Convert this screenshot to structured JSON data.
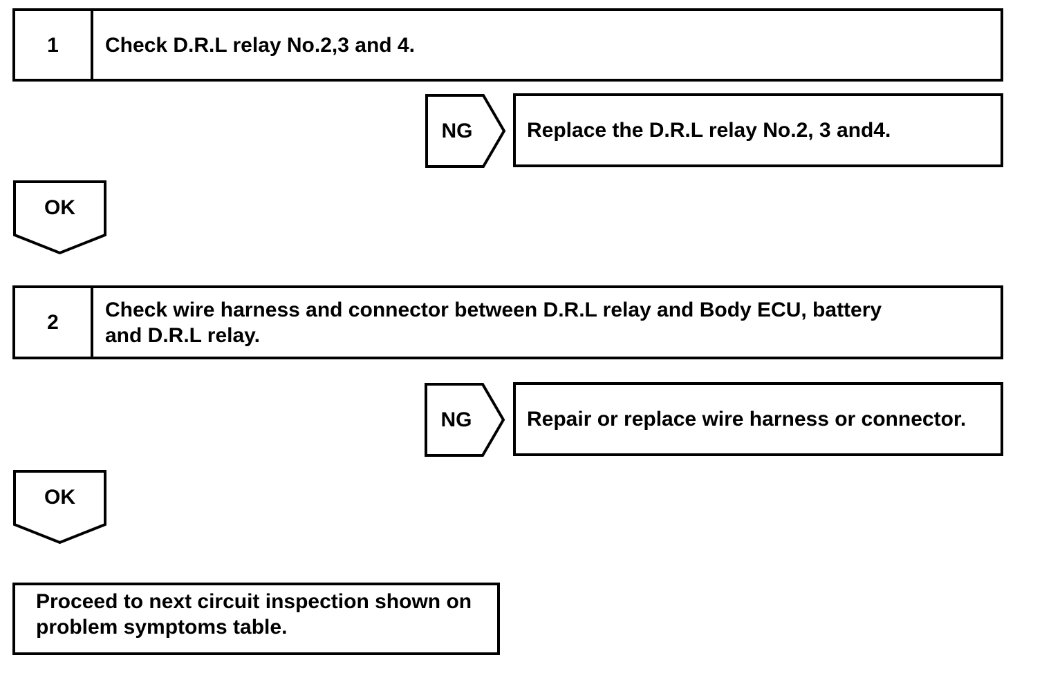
{
  "page": {
    "background": "#ffffff",
    "line_color": "#000000"
  },
  "flowchart": {
    "steps": [
      {
        "number": "1",
        "instruction": "Check D.R.L relay No.2,3 and 4.",
        "ng": {
          "label": "NG",
          "action": "Replace the D.R.L relay No.2, 3 and4."
        },
        "ok": {
          "label": "OK"
        }
      },
      {
        "number": "2",
        "instruction": "Check wire harness and connector between D.R.L relay and Body ECU, battery and D.R.L relay.",
        "ng": {
          "label": "NG",
          "action": "Repair or replace wire harness or connector."
        },
        "ok": {
          "label": "OK"
        }
      }
    ],
    "conclusion": "Proceed to next circuit inspection shown on problem symptoms table."
  }
}
